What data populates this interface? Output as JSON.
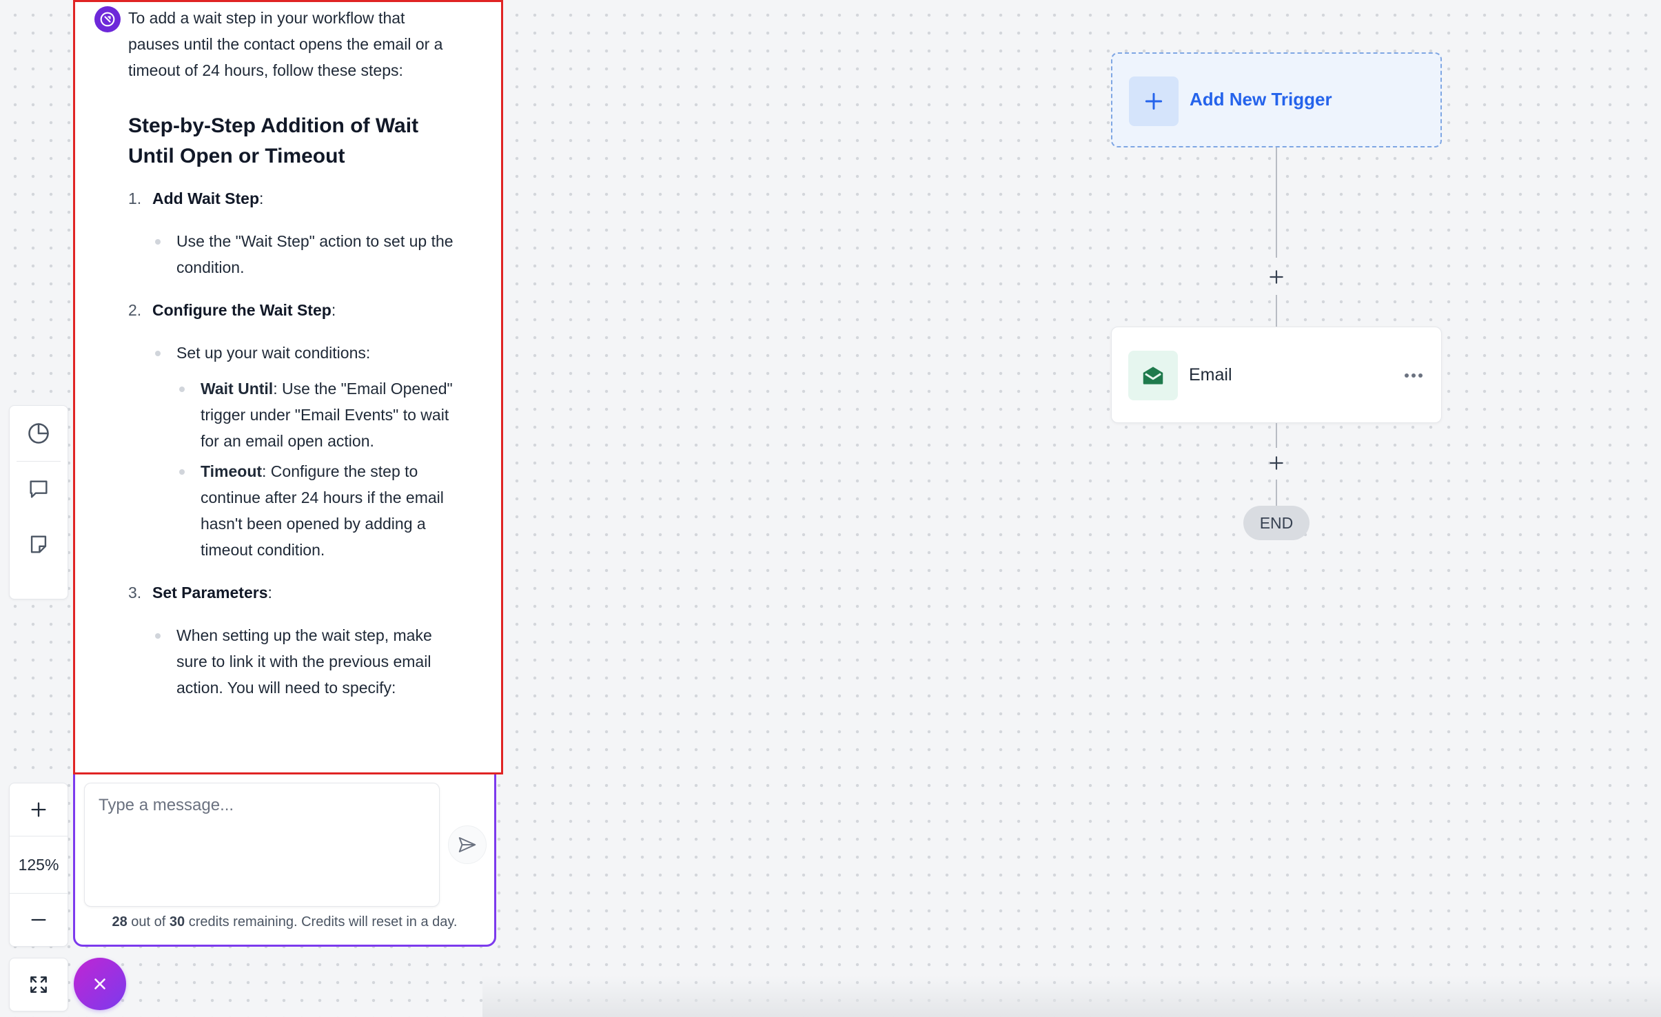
{
  "assistant": {
    "intro": "To add a wait step in your workflow that pauses until the contact opens the email or a timeout of 24 hours, follow these steps:",
    "heading": "Step-by-Step Addition of Wait Until Open or Timeout",
    "steps": [
      {
        "number": "1.",
        "title": "Add Wait Step",
        "suffix": ":",
        "bullets": [
          "Use the \"Wait Step\" action to set up the condition."
        ]
      },
      {
        "number": "2.",
        "title": "Configure the Wait Step",
        "suffix": ":",
        "bullets": [
          "Set up your wait conditions:"
        ],
        "subbullets": [
          {
            "bold": "Wait Until",
            "text": ": Use the \"Email Opened\" trigger under \"Email Events\" to wait for an email open action."
          },
          {
            "bold": "Timeout",
            "text": ": Configure the step to continue after 24 hours if the email hasn't been opened by adding a timeout condition."
          }
        ]
      },
      {
        "number": "3.",
        "title": "Set Parameters",
        "suffix": ":",
        "bullets": [
          "When setting up the wait step, make sure to link it with the previous email action. You will need to specify:"
        ]
      }
    ]
  },
  "composer": {
    "placeholder": "Type a message..."
  },
  "credits": {
    "used": "28",
    "out_of_text": " out of ",
    "total": "30",
    "suffix": " credits remaining. Credits will reset in a day."
  },
  "zoom": {
    "level": "125%"
  },
  "workflow": {
    "trigger_label": "Add New Trigger",
    "email_label": "Email",
    "end_label": "END"
  },
  "colors": {
    "accent_purple": "#7c3aed",
    "highlight_red": "#e02424",
    "trigger_blue": "#2563eb",
    "email_green": "#1f7a4d"
  },
  "icons": {
    "rail": [
      "pie-chart-icon",
      "chat-bubble-icon",
      "sticky-note-icon"
    ],
    "zoom": [
      "plus-icon",
      "minus-icon",
      "fit-view-icon"
    ],
    "fab": "close-icon",
    "send": "send-icon"
  }
}
